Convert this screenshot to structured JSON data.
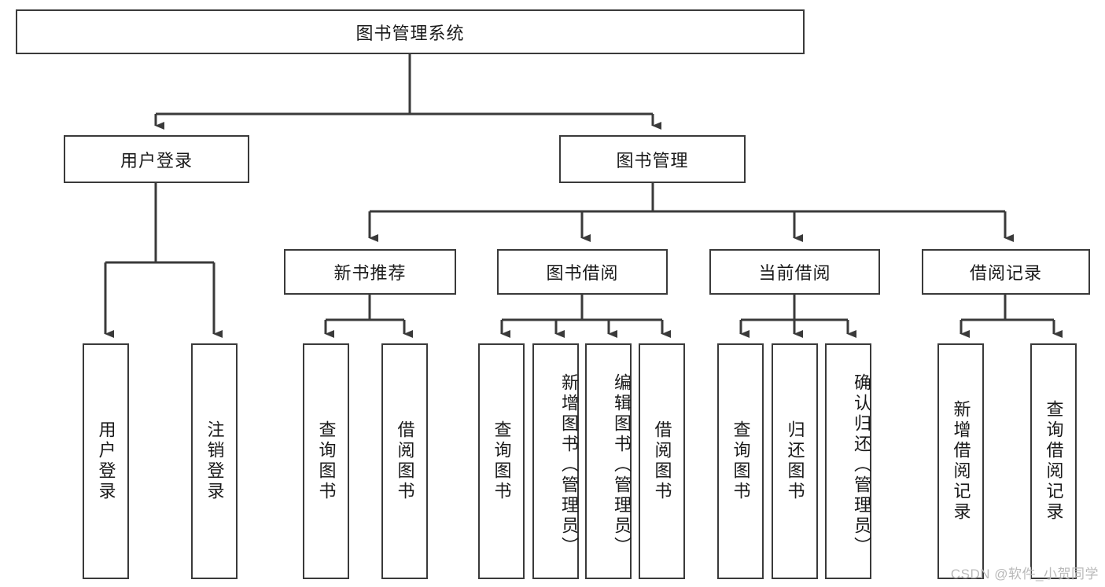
{
  "diagram": {
    "type": "tree-hierarchy",
    "root": {
      "label": "图书管理系统"
    },
    "level2": [
      {
        "label": "用户登录"
      },
      {
        "label": "图书管理"
      }
    ],
    "level3": [
      {
        "label": "新书推荐"
      },
      {
        "label": "图书借阅"
      },
      {
        "label": "当前借阅"
      },
      {
        "label": "借阅记录"
      }
    ],
    "leaves": {
      "user_login": [
        {
          "label": "用户登录"
        },
        {
          "label": "注销登录"
        }
      ],
      "new_book_recommend": [
        {
          "label": "查询图书"
        },
        {
          "label": "借阅图书"
        }
      ],
      "book_borrow": [
        {
          "label": "查询图书"
        },
        {
          "label": "新增图书（管理员）"
        },
        {
          "label": "编辑图书（管理员）"
        },
        {
          "label": "借阅图书"
        }
      ],
      "current_borrow": [
        {
          "label": "查询图书"
        },
        {
          "label": "归还图书"
        },
        {
          "label": "确认归还（管理员）"
        }
      ],
      "borrow_record": [
        {
          "label": "新增借阅记录"
        },
        {
          "label": "查询借阅记录"
        }
      ]
    }
  },
  "watermark": {
    "text": "CSDN @软件_小贺同学"
  },
  "colors": {
    "box_border": "#3a3a3a",
    "box_fill": "#ffffff",
    "line": "#3a3a3a",
    "text": "#1a1a1a",
    "watermark": "#b9b9b9"
  }
}
